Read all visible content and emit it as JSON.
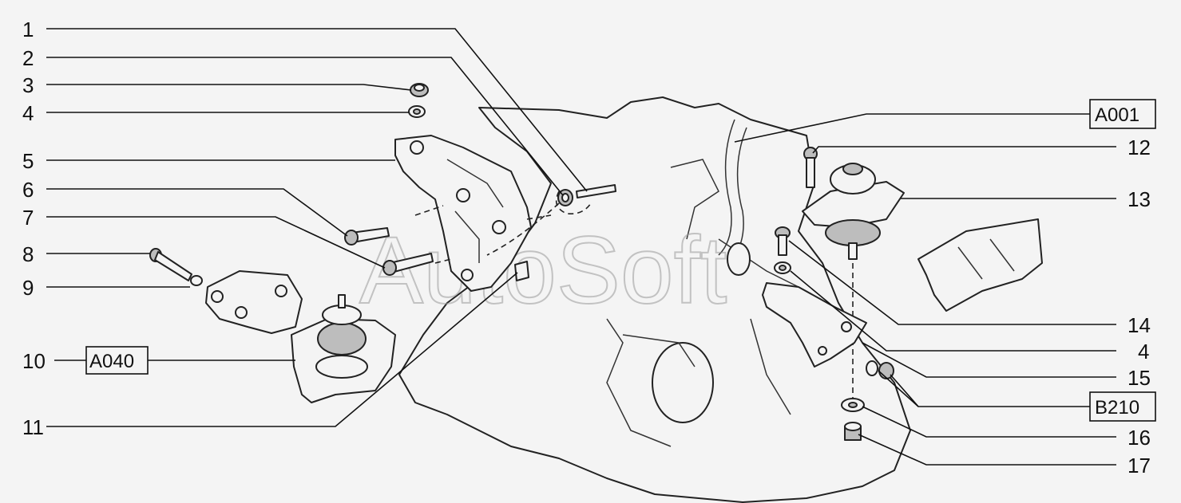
{
  "watermark": "AutoSoft",
  "callouts_left": {
    "c1": "1",
    "c2": "2",
    "c3": "3",
    "c4": "4",
    "c5": "5",
    "c6": "6",
    "c7": "7",
    "c8": "8",
    "c9": "9",
    "c10": "10",
    "c11": "11"
  },
  "callouts_right": {
    "c12": "12",
    "c13": "13",
    "c14": "14",
    "c4b": "4",
    "c15": "15",
    "c16": "16",
    "c17": "17"
  },
  "refs": {
    "a001": "A001",
    "a040": "A040",
    "b210": "B210"
  }
}
